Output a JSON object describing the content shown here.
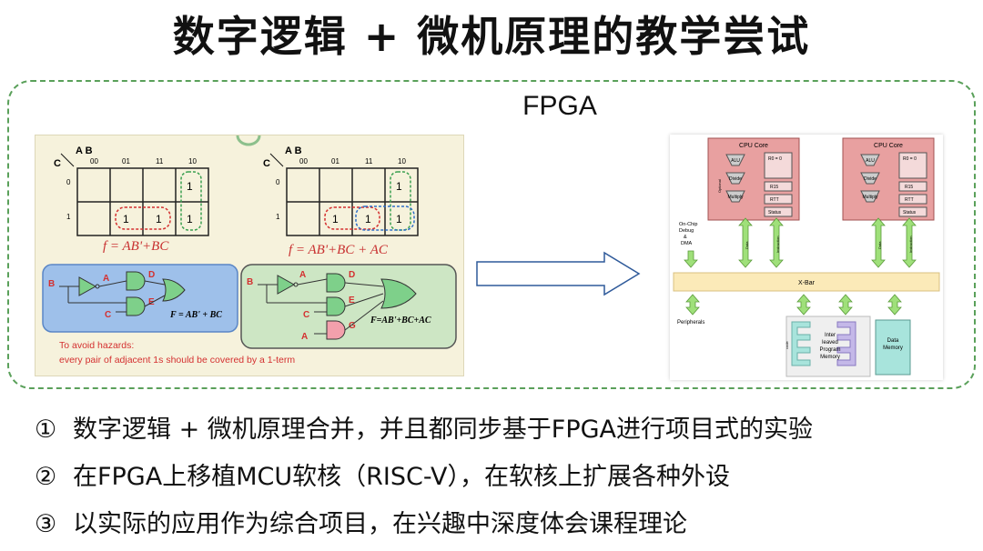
{
  "title": "数字逻辑 + 微机原理的教学尝试",
  "fpga_label": "FPGA",
  "kmap": {
    "corner_ab": "A B",
    "corner_c": "C",
    "col_headers": [
      "00",
      "01",
      "11",
      "10"
    ],
    "row_headers": [
      "0",
      "1"
    ],
    "ones": "1",
    "left_formula": "f = AB'+BC",
    "right_formula": "f = AB'+BC + AC",
    "left_circuit_label": "F = AB' + BC",
    "right_circuit_label": "F=AB'+BC+AC",
    "gate_labels": {
      "a": "A",
      "b": "B",
      "c": "C",
      "d": "D",
      "e": "E",
      "g": "G"
    },
    "hazard_note_1": "To avoid hazards:",
    "hazard_note_2": "every pair of adjacent 1s should be covered by a 1-term"
  },
  "arch": {
    "cpu_core": "CPU Core",
    "alu": "ALU",
    "divide": "Divide",
    "multiply": "Multiply",
    "pipeline": "Optional",
    "r0": "R0 = 0",
    "r15": "R15",
    "rtt": "RTT",
    "status": "Status",
    "debug": [
      "On-Chip",
      "Debug",
      "&",
      "DMA"
    ],
    "data": "Data",
    "instruction": "Instruction",
    "xbar": "X-Bar",
    "peripherals": "Peripherals",
    "program_memory": [
      "Inter",
      "leaved",
      "Program",
      "Memory"
    ],
    "code": "code",
    "data_memory": [
      "Data",
      "Memory"
    ]
  },
  "bullets": [
    {
      "num": "①",
      "text": "数字逻辑 + 微机原理合并，并且都同步基于FPGA进行项目式的实验"
    },
    {
      "num": "②",
      "text": "在FPGA上移植MCU软核（RISC-V），在软核上扩展各种外设"
    },
    {
      "num": "③",
      "text": "以实际的应用作为综合项目，在兴趣中深度体会课程理论"
    }
  ],
  "colors": {
    "frame": "#5aa05a",
    "note": "#d43030",
    "gate_green": "#7ed08a",
    "gate_pink": "#f3a0ac",
    "cpu_red": "#e8a0a0",
    "xbar": "#fbeab8",
    "arrow_green": "#9fe07a",
    "mem_teal": "#a8e4dc",
    "mem_purple": "#c4b8e8"
  }
}
